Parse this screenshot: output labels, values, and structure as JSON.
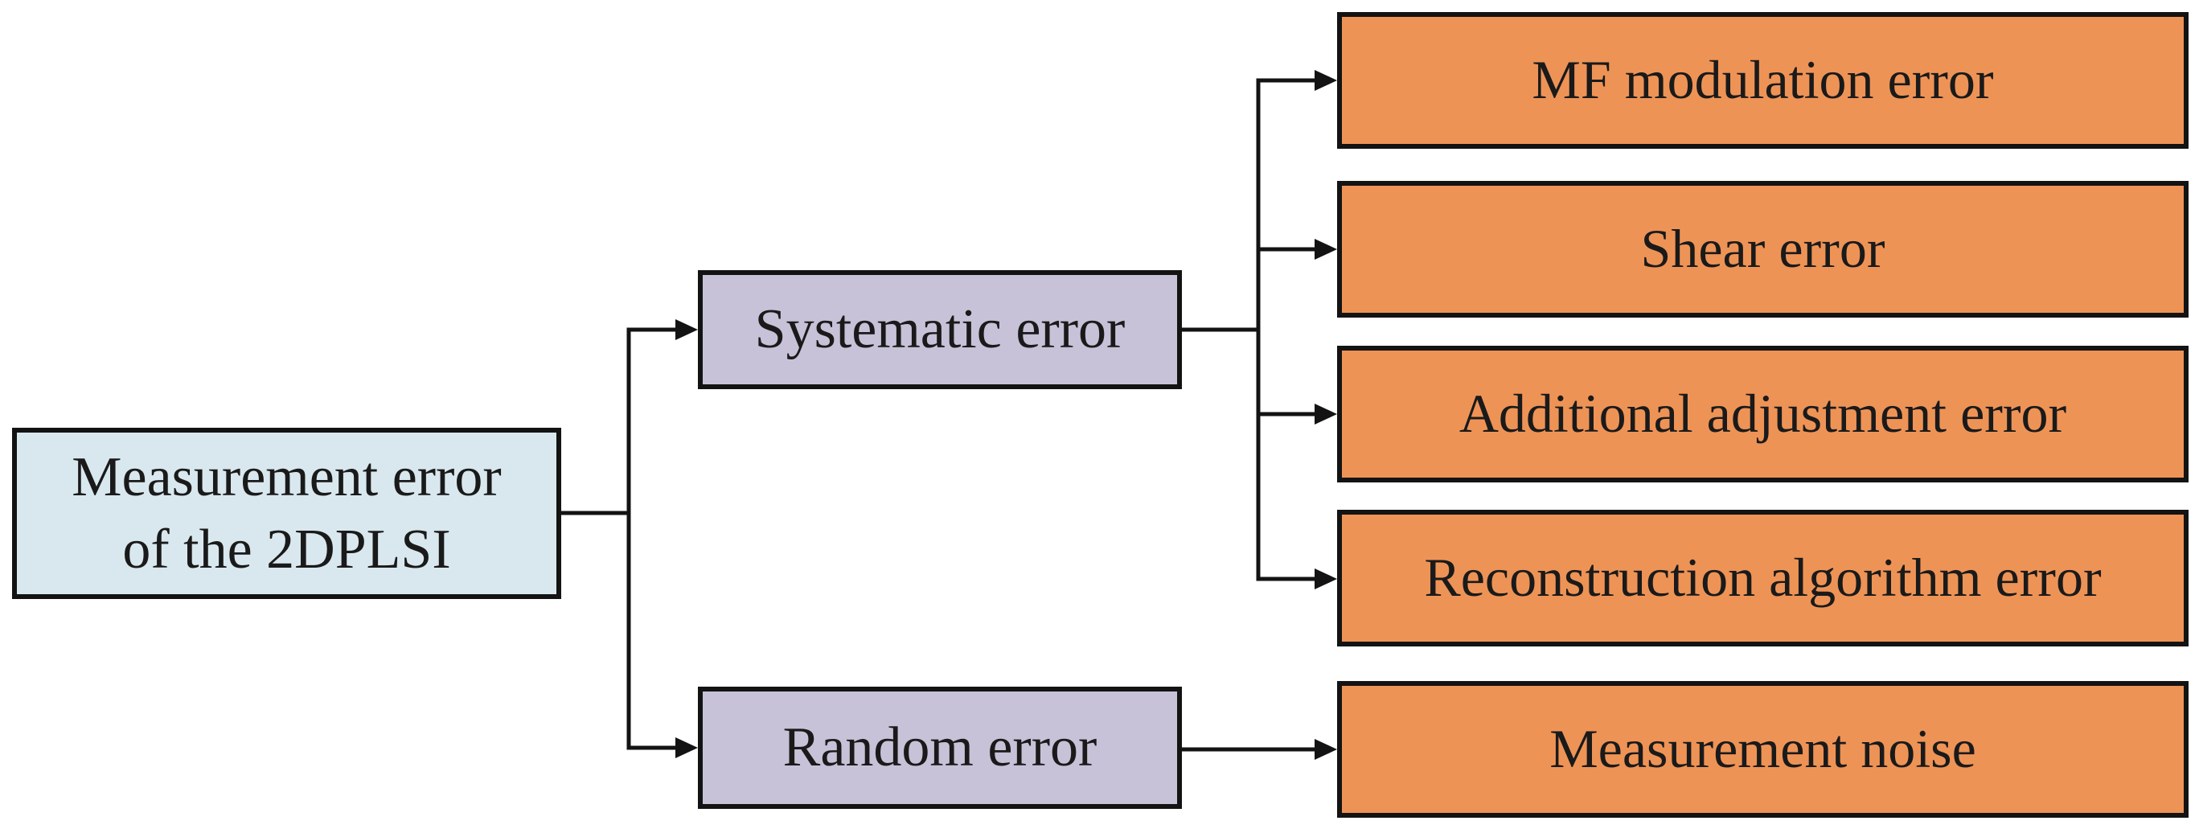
{
  "colors": {
    "background": "#ffffff",
    "root_fill": "#d9e8ee",
    "category_fill": "#c7c2d8",
    "leaf_fill": "#ee9356",
    "border": "#131313",
    "text": "#1a1a1a"
  },
  "diagram": {
    "type": "flowchart",
    "root": {
      "line1": "Measurement error",
      "line2": "of the 2DPLSI"
    },
    "branches": [
      {
        "label": "Systematic error",
        "children": [
          "MF modulation error",
          "Shear error",
          "Additional adjustment error",
          "Reconstruction algorithm error"
        ]
      },
      {
        "label": "Random error",
        "children": [
          "Measurement noise"
        ]
      }
    ]
  }
}
